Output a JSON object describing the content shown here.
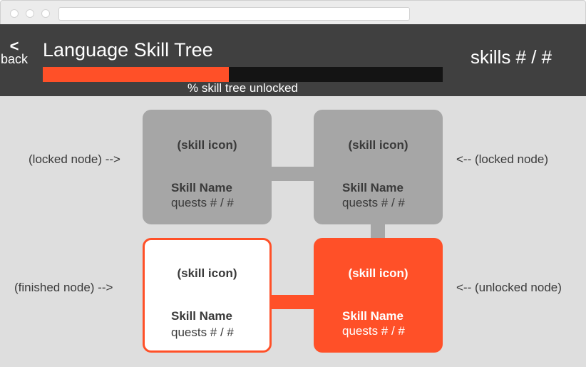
{
  "header": {
    "back_arrow": "<",
    "back_label": "back",
    "title": "Language Skill Tree",
    "progress_fraction": 0.465,
    "progress_label": "% skill tree unlocked",
    "skills_count": "skills # / #"
  },
  "nodes": [
    {
      "state": "locked",
      "icon": "(skill icon)",
      "name": "Skill Name",
      "quests": "quests # / #",
      "annotation": "(locked node) -->"
    },
    {
      "state": "locked",
      "icon": "(skill icon)",
      "name": "Skill Name",
      "quests": "quests # / #",
      "annotation": "<-- (locked node)"
    },
    {
      "state": "finished",
      "icon": "(skill icon)",
      "name": "Skill Name",
      "quests": "quests # / #",
      "annotation": "(finished node) -->"
    },
    {
      "state": "unlocked",
      "icon": "(skill icon)",
      "name": "Skill Name",
      "quests": "quests # / #",
      "annotation": "<-- (unlocked node)"
    }
  ],
  "colors": {
    "accent": "#ff5028",
    "header_bg": "#404040",
    "locked_node": "#a6a6a6",
    "canvas_bg": "#dedede"
  }
}
